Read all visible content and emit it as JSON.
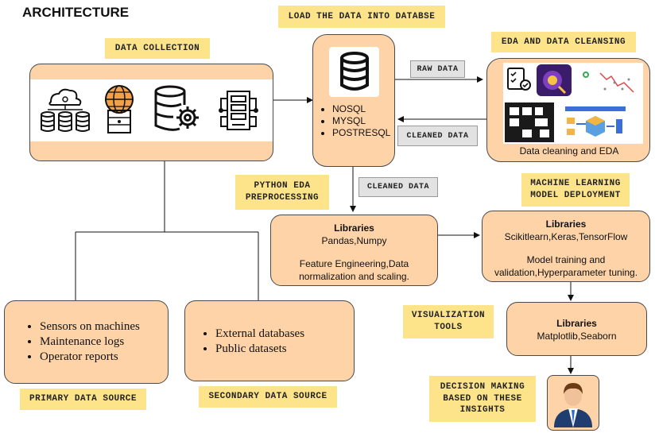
{
  "title": "ARCHITECTURE",
  "labels": {
    "data_collection": "DATA COLLECTION",
    "load_data": "LOAD THE DATA INTO DATABSE",
    "eda_cleansing": "EDA AND DATA CLEANSING",
    "python_eda": [
      "PYTHON EDA",
      "PREPROCESSING"
    ],
    "ml_deploy": [
      "MACHINE LEARNING",
      "MODEL DEPLOYMENT"
    ],
    "visualization": [
      "VISUALIZATION",
      "TOOLS"
    ],
    "decision": [
      "DECISION MAKING",
      "BASED ON THESE",
      "INSIGHTS"
    ],
    "primary_source": "PRIMARY DATA SOURCE",
    "secondary_source": "SECONDARY DATA SOURCE"
  },
  "arrow_labels": {
    "raw_data": "RAW DATA",
    "cleaned_data_back": "CLEANED DATA",
    "cleaned_data_down": "CLEANED DATA"
  },
  "database_box": {
    "items": [
      "NOSQL",
      "MYSQL",
      "POSTRESQL"
    ]
  },
  "eda_box": {
    "caption": "Data cleaning and EDA"
  },
  "preprocessing_box": {
    "heading": "Libraries",
    "libs": "Pandas,Numpy",
    "line1": "Feature Engineering,Data",
    "line2": "normalization and scaling."
  },
  "ml_box": {
    "heading": "Libraries",
    "libs": "Scikitlearn,Keras,TensorFlow",
    "line1": "Model training and",
    "line2": "validation,Hyperparameter tuning."
  },
  "viz_box": {
    "heading": "Libraries",
    "libs": "Matplotlib,Seaborn"
  },
  "primary_box": {
    "items": [
      "Sensors on machines",
      "Maintenance logs",
      "Operator reports"
    ]
  },
  "secondary_box": {
    "items": [
      "External databases",
      "Public datasets"
    ]
  },
  "colors": {
    "box_fill": "#fdd3a7",
    "label_fill": "#fde48a",
    "grey_label": "#e2e2e2"
  }
}
